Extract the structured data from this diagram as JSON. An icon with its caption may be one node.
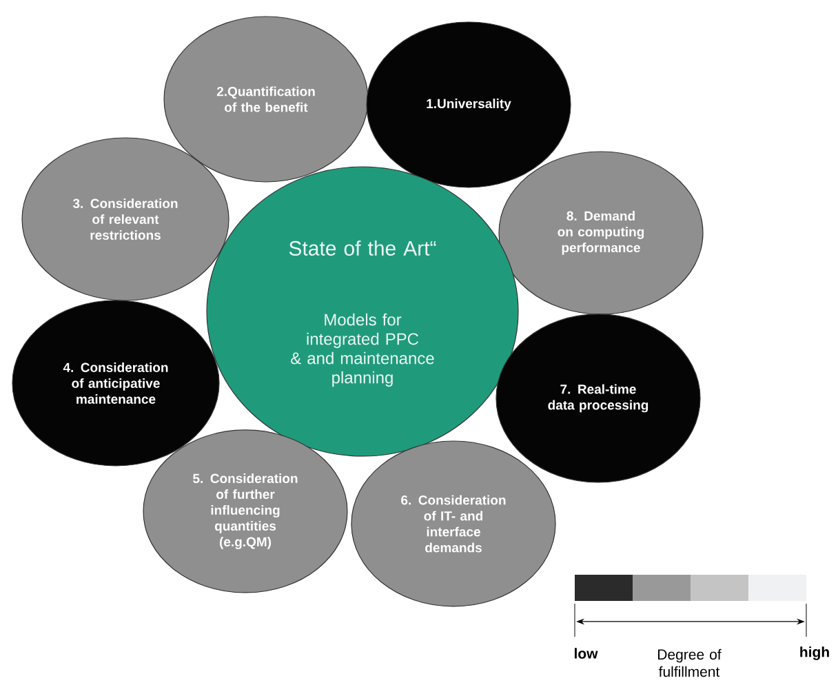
{
  "diagram": {
    "nodes": [
      {
        "text": [
          "2.Quantification of the benefit"
        ]
      },
      {
        "text": [
          "1.Universality"
        ]
      },
      {
        "text": [
          "3. Consideration of relevant restrictions"
        ]
      },
      {
        "text": [
          "8. Demand on computing performance"
        ]
      },
      {
        "text": [
          "State of the Art“",
          "Models for integrated PPC & and maintenance planning"
        ]
      },
      {
        "text": [
          "4. Consideration of anticipative maintenance"
        ]
      },
      {
        "text": [
          "7. Real-time data processing"
        ]
      },
      {
        "text": [
          "5. Consideration of further influencing quantities (e.g.QM)"
        ]
      },
      {
        "text": [
          "6. Consideration of IT- and interface demands"
        ]
      }
    ],
    "labels": [
      "low",
      "Degree of fulfillment",
      "high"
    ]
  }
}
